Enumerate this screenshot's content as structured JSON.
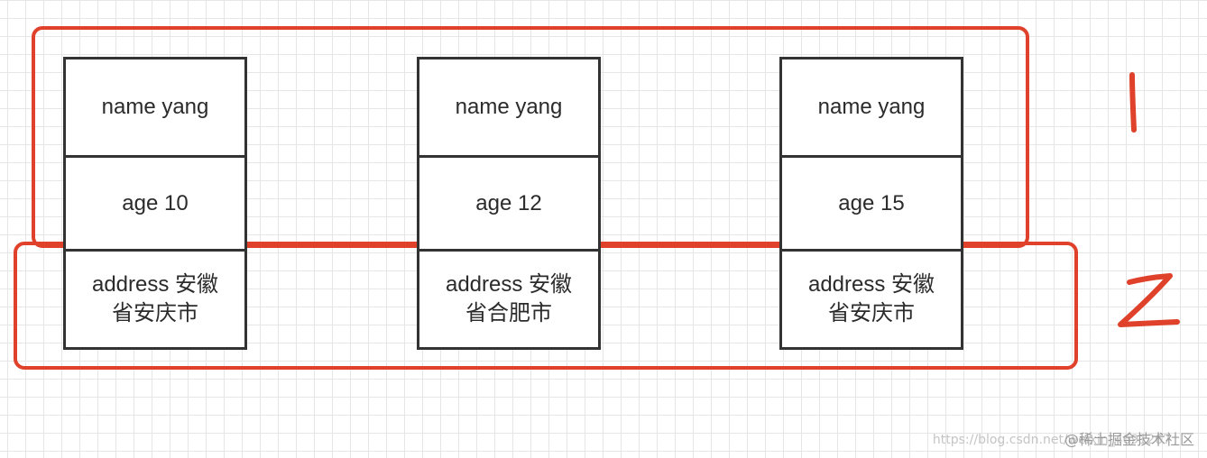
{
  "records": [
    {
      "name": "name yang",
      "age": "age 10",
      "address": "address 安徽\n省安庆市"
    },
    {
      "name": "name yang",
      "age": "age 12",
      "address": "address 安徽\n省合肥市"
    },
    {
      "name": "name yang",
      "age": "age 15",
      "address": "address 安徽\n省安庆市"
    }
  ],
  "groups": [
    {
      "label": "1"
    },
    {
      "label": "2"
    }
  ],
  "watermark": {
    "text": "@稀土掘金技术社区",
    "url": "https://blog.csdn.net/weixin_4691267"
  },
  "colors": {
    "accent": "#e0412b",
    "border": "#333333",
    "text": "#2b2b2b",
    "grid": "#e6e6e6"
  }
}
